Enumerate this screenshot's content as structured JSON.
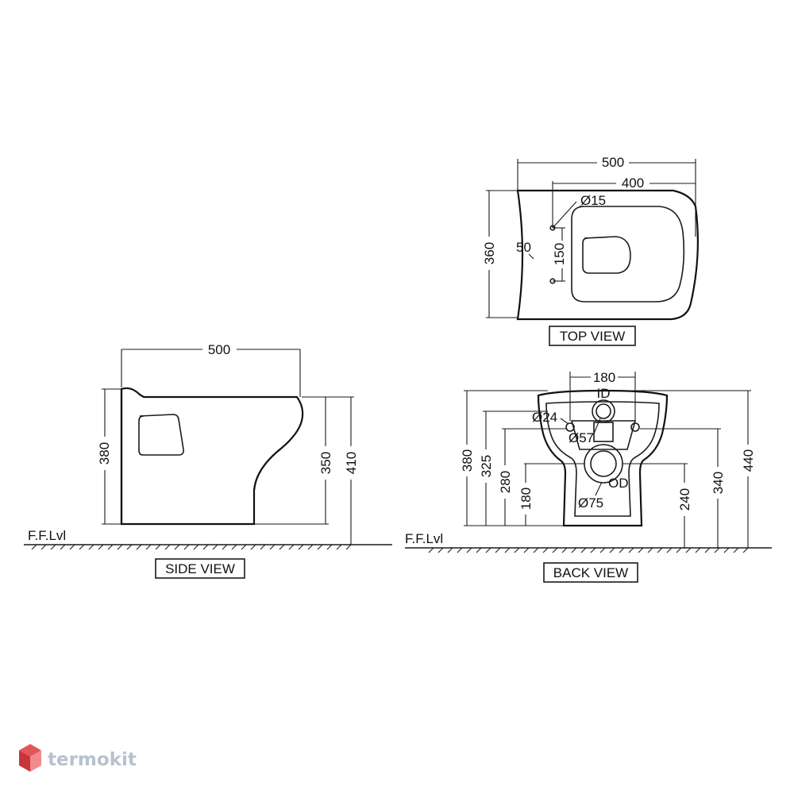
{
  "drawing": {
    "side_view": {
      "label": "SIDE VIEW",
      "floor_label": "F.F.Lvl",
      "dim_length": "500",
      "dim_height": "380",
      "dim_350": "350",
      "dim_410": "410"
    },
    "top_view": {
      "label": "TOP VIEW",
      "dim_length": "500",
      "dim_400": "400",
      "dim_width": "360",
      "dim_50": "50",
      "dim_150": "150",
      "dim_hole": "Ø15"
    },
    "back_view": {
      "label": "BACK VIEW",
      "floor_label": "F.F.Lvl",
      "dim_180_top": "180",
      "id_label": "ID",
      "od_label": "OD",
      "dia_24": "Ø24",
      "dia_57": "Ø57",
      "dia_75": "Ø75",
      "dim_380": "380",
      "dim_325": "325",
      "dim_280": "280",
      "dim_180": "180",
      "dim_240": "240",
      "dim_340": "340",
      "dim_440": "440"
    }
  },
  "watermark": {
    "text": "termokit",
    "logo": "hexagon-logo-icon",
    "colors": {
      "top": "#e2555b",
      "left": "#c9343a",
      "right": "#f08a8e"
    }
  }
}
